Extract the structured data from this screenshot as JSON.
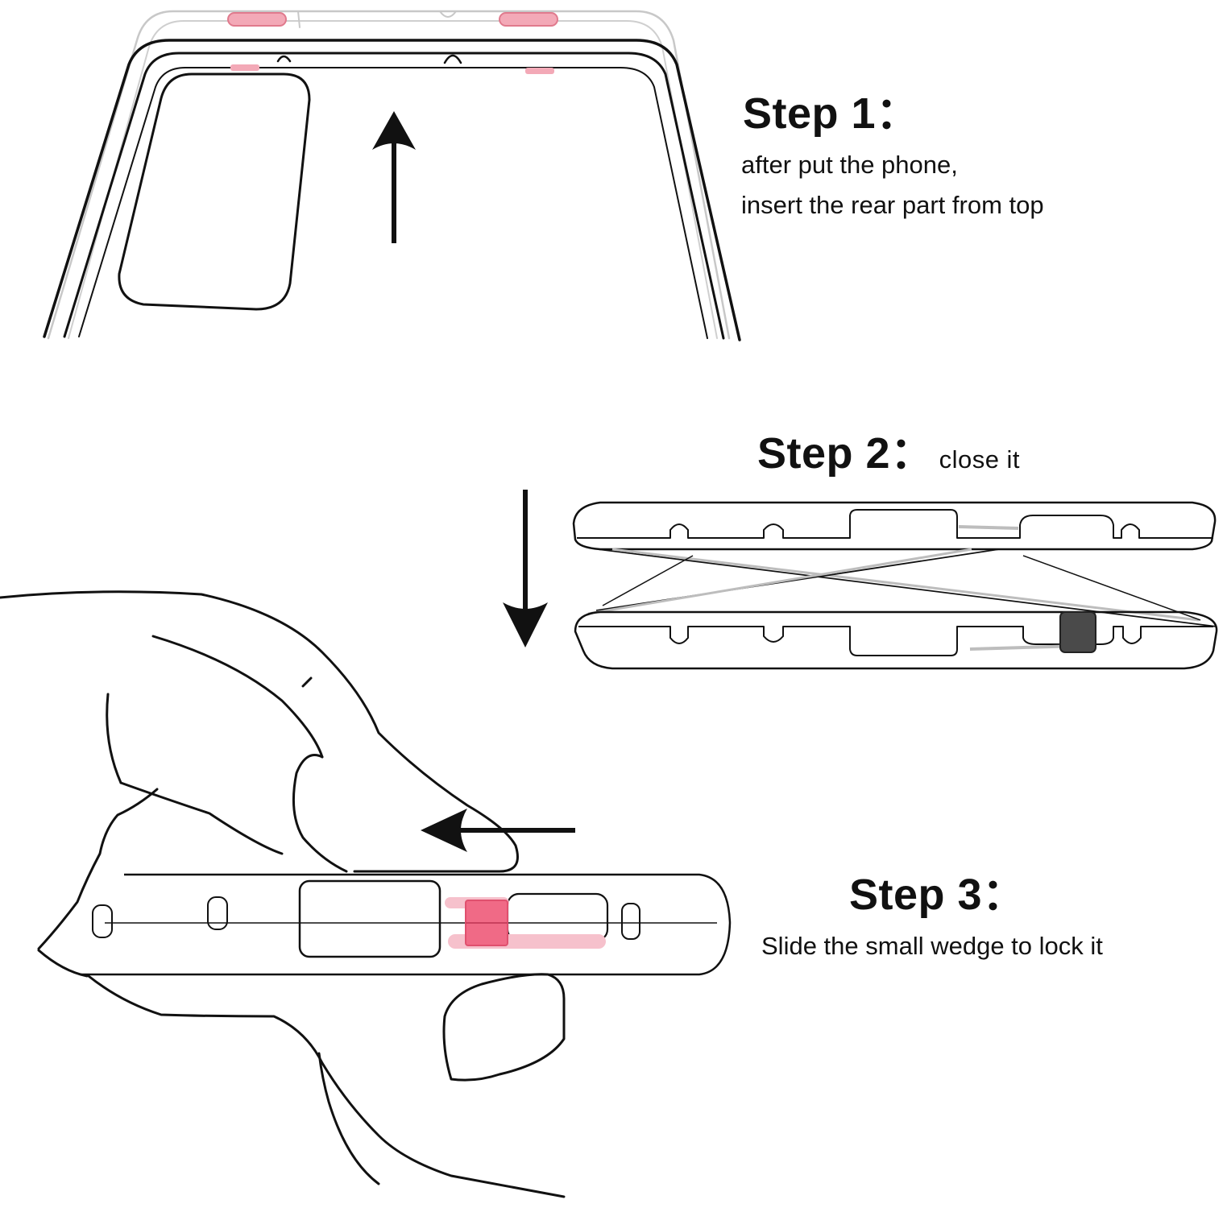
{
  "colors": {
    "line": "#111111",
    "faint_line": "#bdbdbd",
    "accent_red": "#f06a86",
    "accent_pink": "#f6c1cc",
    "lock_grey": "#444444"
  },
  "steps": [
    {
      "title": "Step 1：",
      "lines": [
        "after put the phone,",
        "insert the rear part from top"
      ],
      "arrow": "up-arrow"
    },
    {
      "title": "Step 2：",
      "inline_text": "close it",
      "arrow": "down-arrow"
    },
    {
      "title": "Step 3：",
      "lines": [
        "Slide the small wedge to lock it"
      ],
      "arrow": "left-arrow"
    }
  ]
}
